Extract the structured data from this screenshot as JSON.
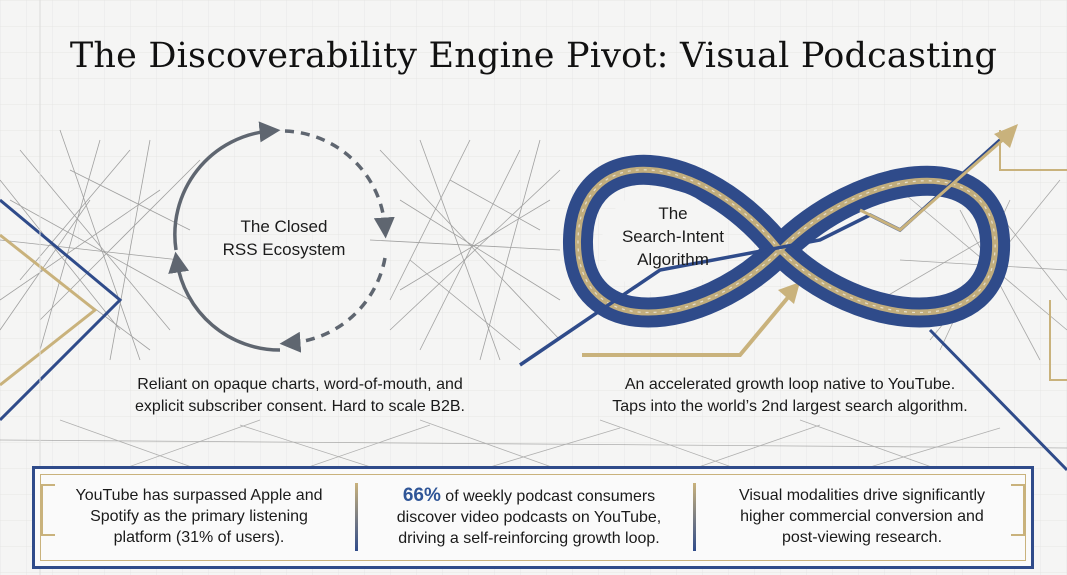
{
  "title": "The Discoverability Engine Pivot: Visual Podcasting",
  "left_diagram": {
    "label_line1": "The Closed",
    "label_line2": "RSS Ecosystem",
    "caption_line1": "Reliant on opaque charts, word-of-mouth, and",
    "caption_line2": "explicit subscriber consent. Hard to scale B2B."
  },
  "right_diagram": {
    "label_line1": "The",
    "label_line2": "Search-Intent",
    "label_line3": "Algorithm",
    "caption_line1": "An accelerated growth loop native to YouTube.",
    "caption_line2": "Taps into the world’s 2nd largest search algorithm."
  },
  "stats": [
    {
      "line1": "YouTube has surpassed Apple and",
      "line2": "Spotify as the primary listening",
      "line3": "platform (31% of users)."
    },
    {
      "highlight": "66%",
      "line1_rest": " of weekly podcast consumers",
      "line2": "discover video podcasts on YouTube,",
      "line3": "driving a self-reinforcing growth loop."
    },
    {
      "line1": "Visual modalities drive significantly",
      "line2": "higher commercial conversion and",
      "line3": "post-viewing research."
    }
  ],
  "colors": {
    "navy": "#2f4b8a",
    "gold": "#c9b27c",
    "gray_cycle": "#5f6670",
    "highlight_blue": "#2f5597"
  }
}
